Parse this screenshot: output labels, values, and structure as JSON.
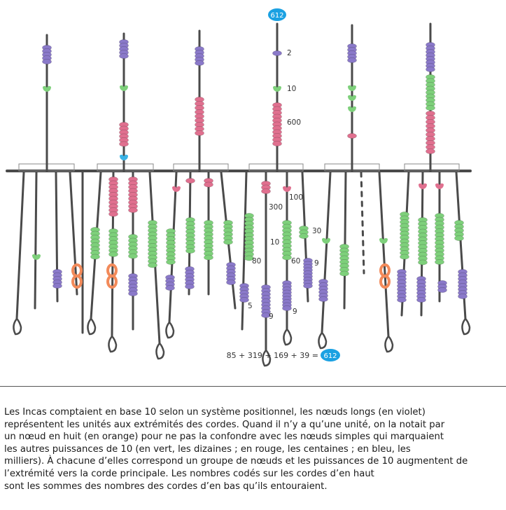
{
  "diagram": {
    "top_value": "612",
    "top_labels": [
      "2",
      "10",
      "600"
    ],
    "pendant_labels": [
      "100",
      "300",
      "10",
      "30",
      "80",
      "60",
      "9",
      "5",
      "9",
      "9"
    ],
    "equation_text": "85 + 319 + 169 + 39 =",
    "equation_result": "612",
    "colors": {
      "units": "#8a79c9",
      "tens": "#7ed07b",
      "hundreds": "#e0708f",
      "thousands": "#3ab3e6",
      "figure_eight": "#f28a5a",
      "cord": "#4a4a4a",
      "highlight": "#1ba1e2"
    }
  },
  "caption": {
    "lines": [
      " Les Incas comptaient en base 10 selon un système positionnel, les nœuds longs (en violet)",
      "représentent les unités aux extrémités des cordes. Quand il n’y a qu’une unité, on la notait par",
      "un nœud en huit (en orange) pour ne pas la confondre avec les nœuds simples qui marquaient",
      "les autres puissances de 10 (en vert, les dizaines ; en rouge, les centaines ; en bleu, les",
      "milliers). À chacune d’elles correspond un groupe de nœuds et les puissances de 10 augmentent de",
      "l’extrémité vers la corde principale. Les nombres codés sur les cordes d’en haut",
      "sont les sommes des nombres des cordes d’en bas qu’ils entouraient."
    ]
  }
}
